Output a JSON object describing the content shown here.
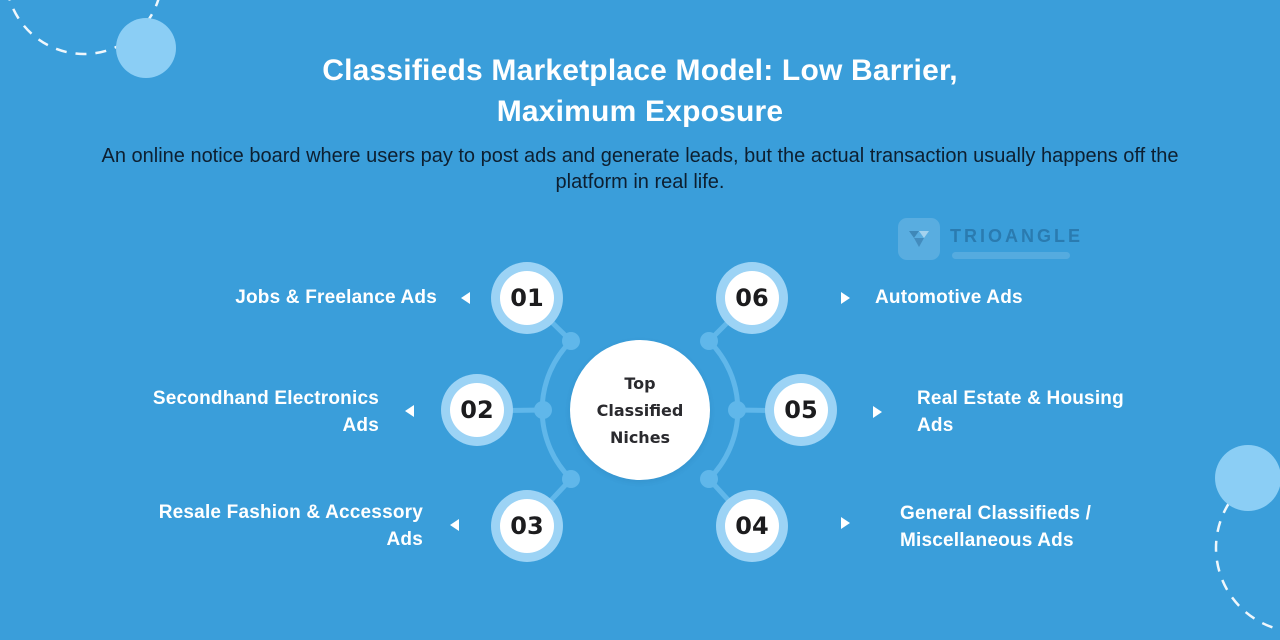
{
  "header": {
    "title_line1": "Classifieds Marketplace Model: Low Barrier,",
    "title_line2": "Maximum Exposure",
    "subtitle": "An online notice board where users pay to post ads and generate leads, but the actual transaction usually happens off the platform in real life."
  },
  "watermark": {
    "brand": "TRIOANGLE"
  },
  "diagram": {
    "center_label": "Top Classified Niches",
    "items": [
      {
        "number": "01",
        "label": "Jobs & Freelance Ads",
        "side": "left"
      },
      {
        "number": "02",
        "label": "Secondhand Electronics Ads",
        "side": "left"
      },
      {
        "number": "03",
        "label": "Resale Fashion & Accessory Ads",
        "side": "left"
      },
      {
        "number": "04",
        "label": "General Classifieds / Miscellaneous Ads",
        "side": "right"
      },
      {
        "number": "05",
        "label": "Real Estate & Housing Ads",
        "side": "right"
      },
      {
        "number": "06",
        "label": "Automotive Ads",
        "side": "right"
      }
    ]
  },
  "colors": {
    "background": "#3A9EDA",
    "circle_ring": "#9CD3F5",
    "connector": "#60B7EA",
    "circle_fill": "#FFFFFF",
    "title_text": "#FFFFFF",
    "subtitle_text": "#0D1F30",
    "number_text": "#1C1C1E",
    "center_text": "#2A2A2E",
    "decor_circle": "#8BCEF5",
    "dashed_circle": "#FFFFFF"
  }
}
